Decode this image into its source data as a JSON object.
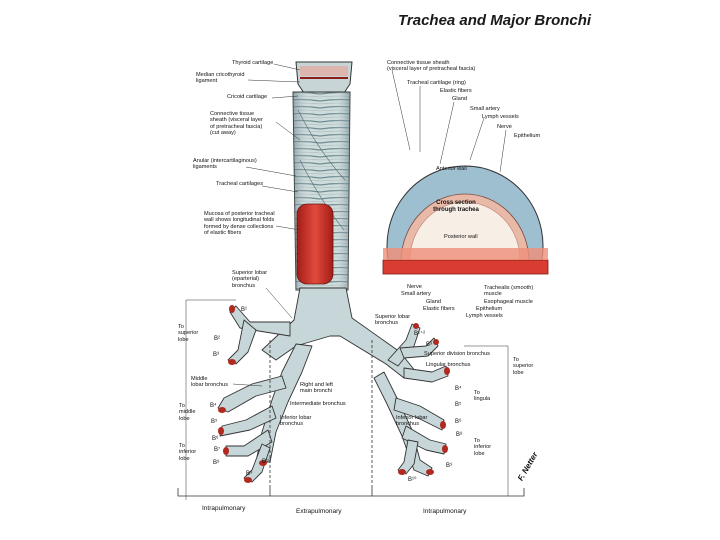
{
  "title": "Trachea and Major Bronchi",
  "colors": {
    "cartilage": "#c9d9da",
    "tissue": "#c9322a",
    "mucosa": "#f3d7c8",
    "lumen_ring": "#9ebfd0",
    "line": "#333333"
  },
  "left_labels": [
    "Thyroid cartilage",
    "Median cricothyroid\nligament",
    "Cricoid cartilage",
    "Connective tissue\nsheath (visceral layer\nof pretracheal fascia)\n(cut away)",
    "Anular (intercartilaginous)\nligaments",
    "Tracheal cartilages",
    "Mucosa of posterior tracheal\nwall shows longitudinal folds\nformed by dense collections\nof elastic fibers",
    "Superior lobar\n(eparterial)\nbronchus",
    "To\nsuperior\nlobe",
    "Middle\nlobar bronchus",
    "To\nmiddle\nlobe",
    "To\ninferior\nlobe"
  ],
  "center_labels": [
    "Right and left\nmain bronchi",
    "Intermediate bronchus",
    "Inferior lobar\nbronchus",
    "Superior lobar\nbronchus",
    "Superior division bronchus",
    "Lingular bronchus",
    "Inferior lobar\nbronchus"
  ],
  "right_labels": [
    "Connective tissue sheath\n(visceral layer of pretracheal fascia)",
    "Tracheal cartilage (ring)",
    "Elastic fibers",
    "Gland",
    "Small artery",
    "Lymph vessels",
    "Nerve",
    "Epithelium",
    "To\nsuperior\nlobe",
    "To\nlingula",
    "To\ninferior\nlobe"
  ],
  "cross_section": {
    "anterior": "Anterior wall",
    "caption": "Cross section\nthrough trachea",
    "posterior": "Posterior wall",
    "bottom_labels": [
      "Nerve",
      "Small artery",
      "Gland",
      "Elastic fibers",
      "Trachealis (smooth)\nmuscle",
      "Esophageal muscle",
      "Epithelium",
      "Lymph vessels"
    ]
  },
  "codes_left": [
    "B¹",
    "B²",
    "B³",
    "B⁴",
    "B⁵",
    "B⁶",
    "B⁷",
    "B⁸",
    "B⁹",
    "B¹⁰"
  ],
  "codes_right": [
    "B¹⁺²",
    "B³",
    "B⁴",
    "B⁵",
    "B⁶",
    "B⁸",
    "B⁹",
    "B¹⁰"
  ],
  "sections": [
    "Intrapulmonary",
    "Extrapulmonary",
    "Intrapulmonary"
  ],
  "signature": "F. Netter"
}
